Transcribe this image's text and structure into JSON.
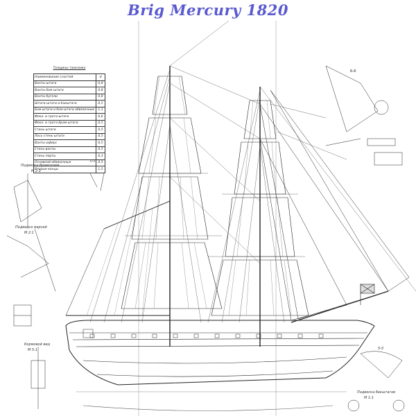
{
  "title": "Brig Mercury 1820",
  "rigging_table": {
    "caption": "Толщины такелажа",
    "header": {
      "name": "Наименование снастей",
      "value": "d"
    },
    "rows": [
      {
        "name": "Ванты-штаги",
        "value": "0,8"
      },
      {
        "name": "Ванты бом-штаги",
        "value": "0,8"
      },
      {
        "name": "Ванты-бугели",
        "value": "0,8"
      },
      {
        "name": "Штаги-штаги и бакштаги",
        "value": "0,5"
      },
      {
        "name": "Бом-штаги и бом-штаги обвязочные",
        "value": "1,1"
      },
      {
        "name": "Фока- и грота-штаги",
        "value": "0,6"
      },
      {
        "name": "Фока- и грота-брам-штаги",
        "value": "0,5"
      },
      {
        "name": "Стень-штаги",
        "value": "0,5"
      },
      {
        "name": "Лось-стень-штаги",
        "value": "0,5"
      },
      {
        "name": "Ванты юферс",
        "value": "0,5"
      },
      {
        "name": "Стень-ванты",
        "value": "0,5"
      },
      {
        "name": "Стень-перты",
        "value": "0,3"
      },
      {
        "name": "Основной обвязочные",
        "value": "0,5"
      },
      {
        "name": "Вторые концы",
        "value": "1,5"
      }
    ]
  },
  "detail_labels": {
    "bowsprit_detail": "Подвеска брамселей",
    "scale_1": "M 2:1",
    "fore_detail": "Подвеска марсей",
    "scale_2": "M 2:1",
    "stern_detail": "Кормовой вид",
    "scale_3": "M 5:1",
    "section_a": "П-П",
    "section_b": "Б-Б",
    "section_c": "5-5",
    "bottom_detail": "Подвеска бакштагов",
    "bottom_scale": "M 1:1"
  }
}
